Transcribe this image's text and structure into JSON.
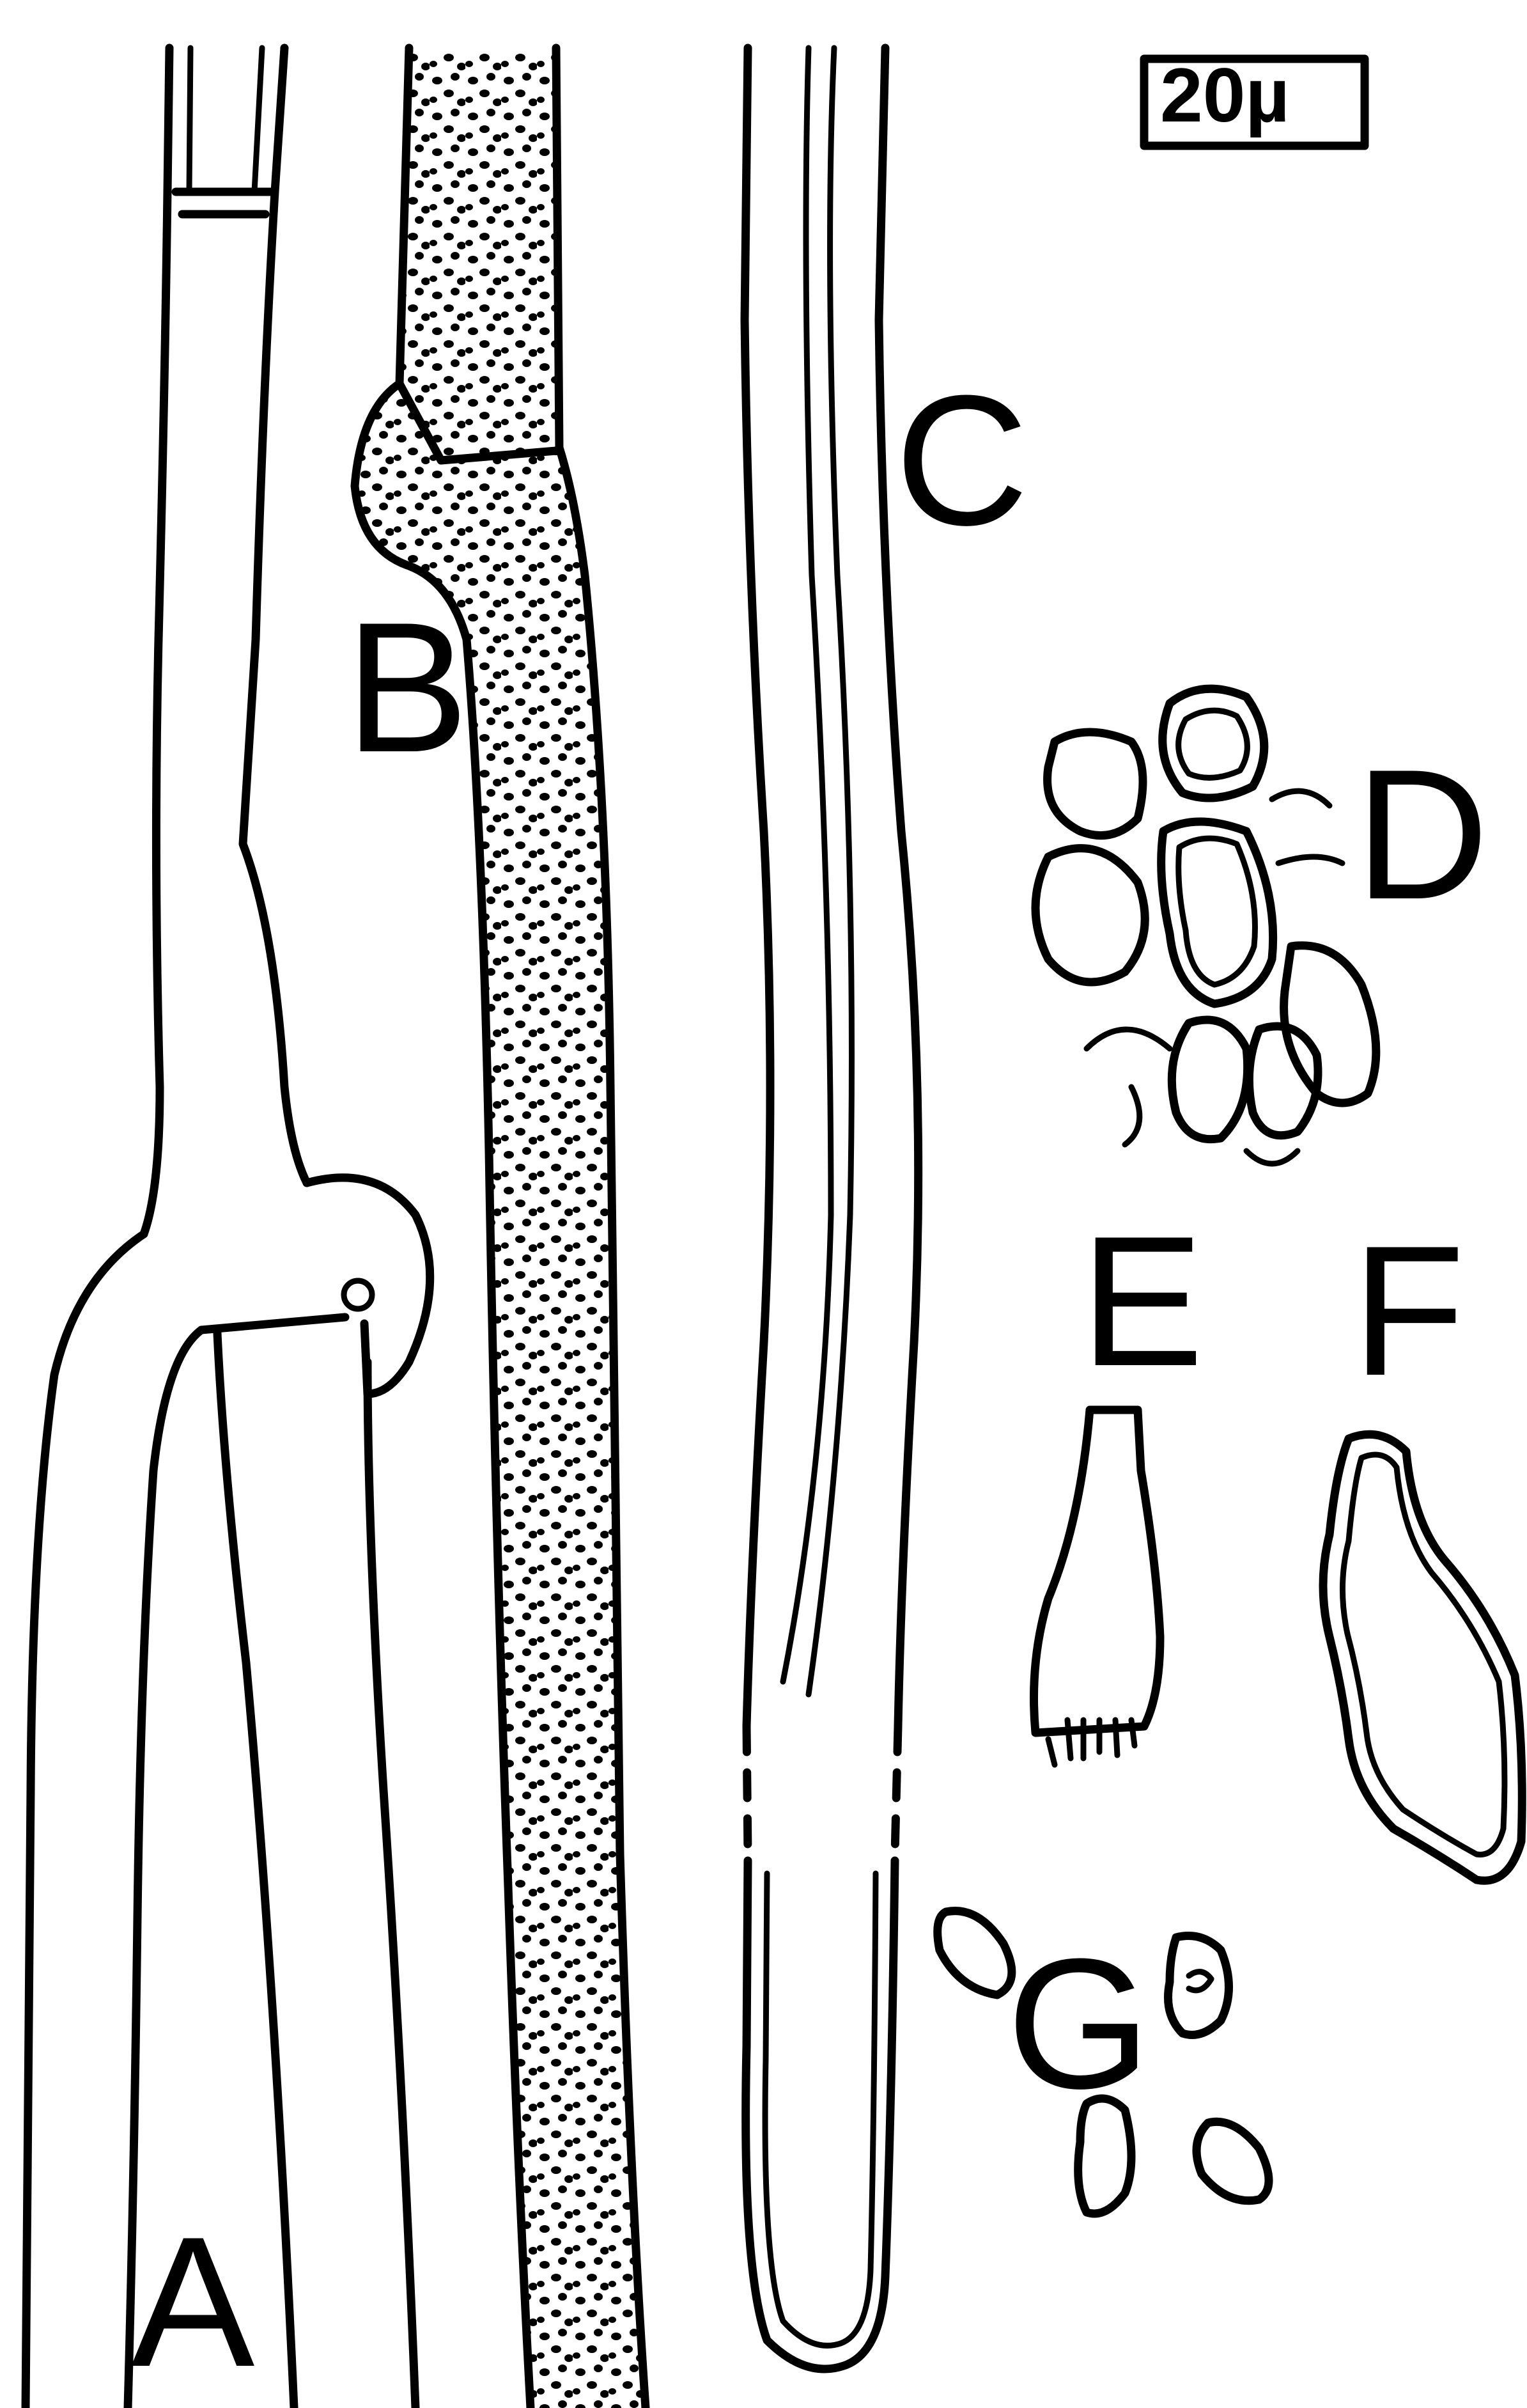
{
  "figure": {
    "panels": [
      {
        "id": "A",
        "label": "A"
      },
      {
        "id": "B",
        "label": "B"
      },
      {
        "id": "C",
        "label": "C"
      },
      {
        "id": "D",
        "label": "D"
      },
      {
        "id": "E",
        "label": "E"
      },
      {
        "id": "F",
        "label": "F"
      },
      {
        "id": "G",
        "label": "G"
      }
    ],
    "scale_bar": {
      "label": "20µ"
    },
    "colors": {
      "ink": "#000000",
      "paper": "#ffffff"
    },
    "fill_pattern": "stipple"
  }
}
